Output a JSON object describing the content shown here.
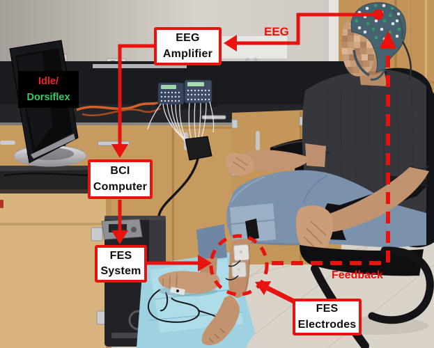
{
  "figure": {
    "kind": "annotated-photo-diagram",
    "subject": "BCI-FES experiment setup: seated subject with EEG cap, monitor cue, amplifier, computer and FES electrodes"
  },
  "colors": {
    "annotation_red": "#e8120f",
    "idle_red": "#ee2222",
    "dorsiflex_green": "#33cc66",
    "box_background": "#ffffff",
    "box_text": "#0c0c0c"
  },
  "annotation_boxes": {
    "eeg_amplifier": {
      "line1": "EEG",
      "line2": "Amplifier"
    },
    "bci_computer": {
      "line1": "BCI",
      "line2": "Computer"
    },
    "fes_system": {
      "line1": "FES",
      "line2": "System"
    },
    "fes_electrodes": {
      "line1": "FES",
      "line2": "Electrodes"
    }
  },
  "flow_labels": {
    "eeg": "EEG",
    "feedback": "Feedback"
  },
  "monitor_screen": {
    "line1": "Idle/",
    "line2": "Dorsiflex"
  }
}
